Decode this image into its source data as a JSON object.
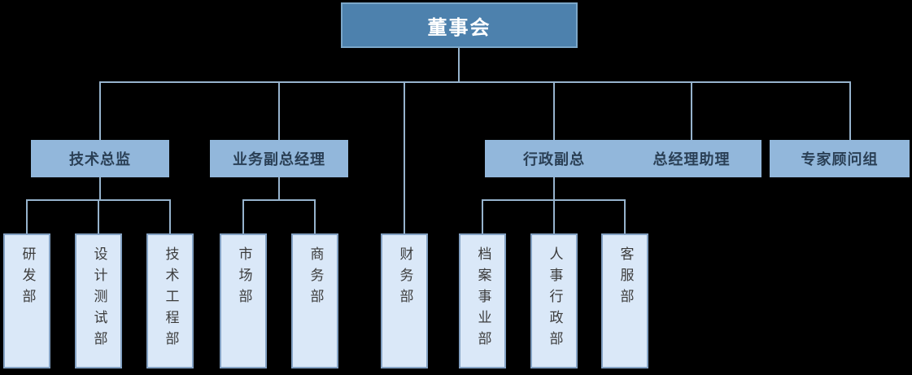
{
  "diagram": {
    "type": "org-chart",
    "root": {
      "label": "董事会"
    },
    "managers": [
      {
        "id": "tech-director",
        "label": "技术总监",
        "parent": "董事会"
      },
      {
        "id": "biz-deputy-gm",
        "label": "业务副总经理",
        "parent": "董事会"
      },
      {
        "id": "admin-deputy",
        "label": "行政副总",
        "parent": "董事会"
      },
      {
        "id": "gm-assistant",
        "label": "总经理助理",
        "parent": "董事会"
      },
      {
        "id": "expert-advisors",
        "label": "专家顾问组",
        "parent": "董事会"
      }
    ],
    "departments": [
      {
        "id": "rd-dept",
        "label": "研发部",
        "parent": "技术总监"
      },
      {
        "id": "design-test-dept",
        "label": "设计测试部",
        "parent": "技术总监"
      },
      {
        "id": "tech-eng-dept",
        "label": "技术工程部",
        "parent": "技术总监"
      },
      {
        "id": "marketing-dept",
        "label": "市场部",
        "parent": "业务副总经理"
      },
      {
        "id": "commerce-dept",
        "label": "商务部",
        "parent": "业务副总经理"
      },
      {
        "id": "finance-dept",
        "label": "财务部",
        "parent": "董事会"
      },
      {
        "id": "archives-dept",
        "label": "档案事业部",
        "parent": "行政副总"
      },
      {
        "id": "hr-admin-dept",
        "label": "人事行政部",
        "parent": "行政副总"
      },
      {
        "id": "service-dept",
        "label": "客服部",
        "parent": "行政副总"
      }
    ],
    "colors": {
      "background": "#000000",
      "root_fill": "#4D81AD",
      "root_border": "#7BA7C9",
      "root_text": "#FFFFFF",
      "manager_fill": "#92B7DB",
      "manager_text": "#2A3F55",
      "department_fill": "#DAE8F8",
      "department_border": "#83A1C3",
      "department_text": "#3C3C3C",
      "connector": "#96B3CD"
    }
  }
}
